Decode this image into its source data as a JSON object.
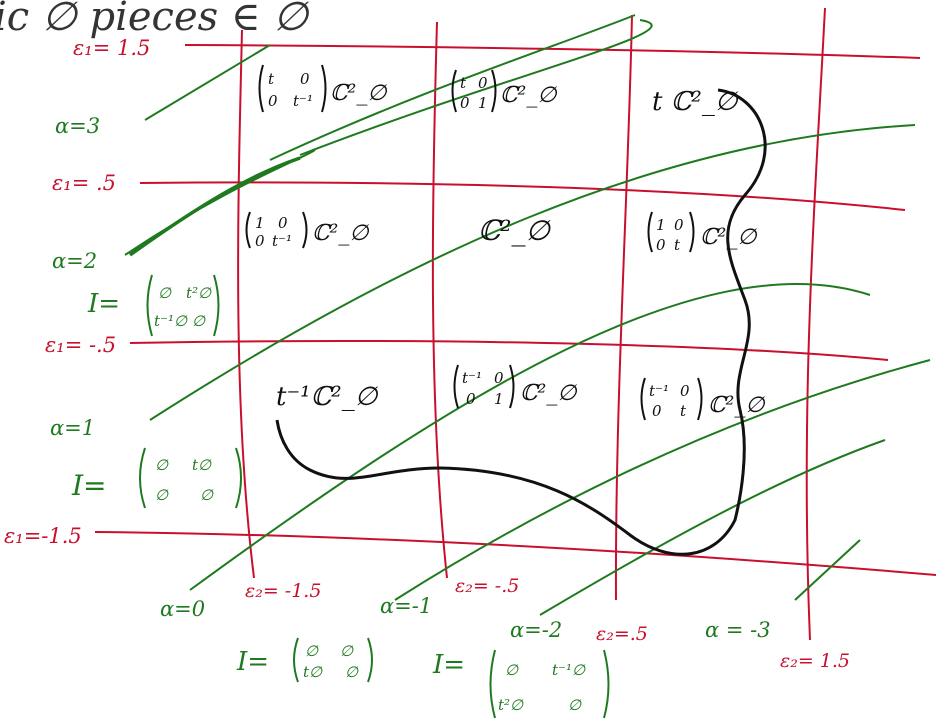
{
  "colors": {
    "red": "#c8102e",
    "green": "#1f7a1f",
    "ink": "#111111"
  },
  "header_fragment": "ic ∅ pieces ∈ ∅",
  "epsilon1_labels": [
    "ε₁= 1.5",
    "ε₁= .5",
    "ε₁= -.5",
    "ε₁=-1.5"
  ],
  "epsilon2_labels": [
    "ε₂= -1.5",
    "ε₂= -.5",
    "ε₂=.5",
    "ε₂= 1.5"
  ],
  "alpha_labels": [
    "α=3",
    "α=2",
    "α=1",
    "α=0",
    "α=-1",
    "α=-2",
    "α = -3"
  ],
  "cells": {
    "r0c0": {
      "m11": "t",
      "m12": "0",
      "m21": "0",
      "m22": "t⁻¹",
      "tail": "ℂ²_∅"
    },
    "r0c1": {
      "m11": "t",
      "m12": "0",
      "m21": "0",
      "m22": "1",
      "tail": "ℂ²_∅"
    },
    "r0c2": {
      "text": "t ℂ²_∅"
    },
    "r1c0": {
      "m11": "1",
      "m12": "0",
      "m21": "0",
      "m22": "t⁻¹",
      "tail": "ℂ²_∅"
    },
    "r1c1": {
      "text": "ℂ²_∅"
    },
    "r1c2": {
      "m11": "1",
      "m12": "0",
      "m21": "0",
      "m22": "t",
      "tail": "ℂ²_∅"
    },
    "r2c0": {
      "text": "t⁻¹ℂ²_∅"
    },
    "r2c1": {
      "m11": "t⁻¹",
      "m12": "0",
      "m21": "0",
      "m22": "1",
      "tail": "ℂ²_∅"
    },
    "r2c2": {
      "m11": "t⁻¹",
      "m12": "0",
      "m21": "0",
      "m22": "t",
      "tail": "ℂ²_∅"
    }
  },
  "intersection_forms": [
    {
      "prefix": "I=",
      "m11": "∅",
      "m12": "t²∅",
      "m21": "t⁻¹∅",
      "m22": "∅"
    },
    {
      "prefix": "I=",
      "m11": "∅",
      "m12": "t∅",
      "m21": "∅",
      "m22": "∅"
    },
    {
      "prefix": "I=",
      "m11": "∅",
      "m12": "∅",
      "m21": "t∅",
      "m22": "∅"
    },
    {
      "prefix": "I=",
      "m11": "∅",
      "m12": "t⁻¹∅",
      "m21": "t²∅",
      "m22": "∅"
    }
  ]
}
